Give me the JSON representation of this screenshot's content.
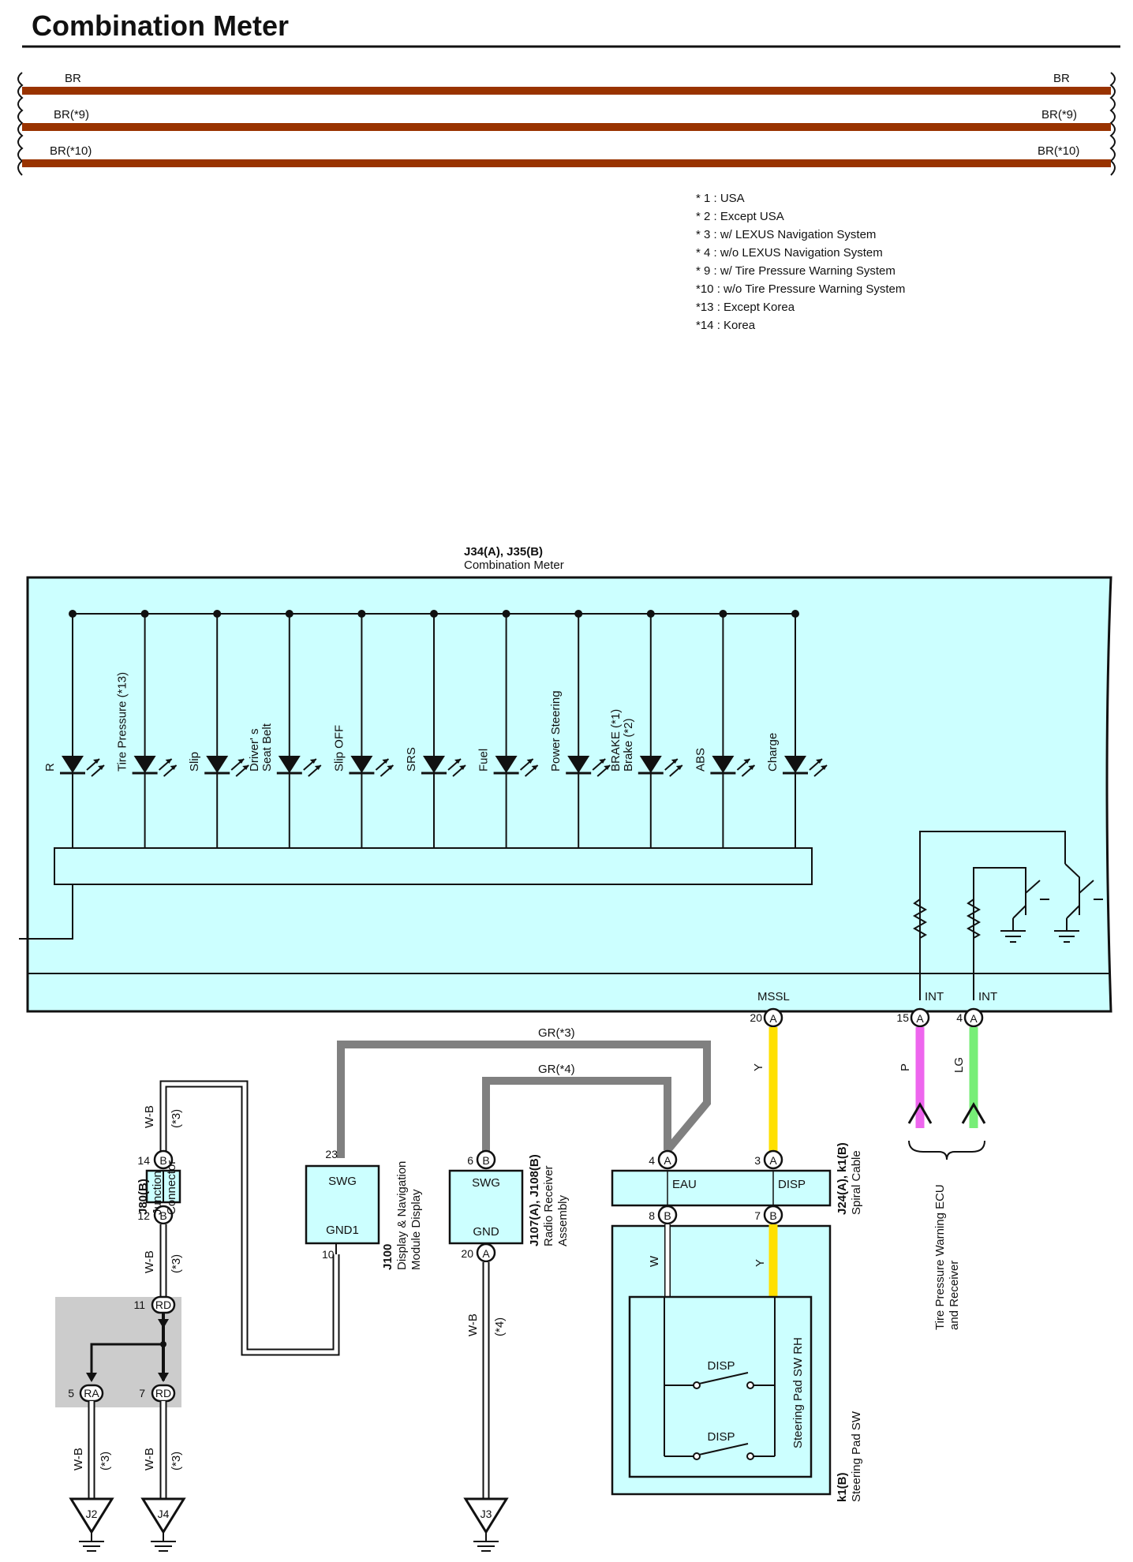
{
  "page_title": "Combination Meter",
  "bus_wires": [
    {
      "left": "BR",
      "right": "BR"
    },
    {
      "left": "BR(*9)",
      "right": "BR(*9)"
    },
    {
      "left": "BR(*10)",
      "right": "BR(*10)"
    }
  ],
  "notes": [
    "* 1 : USA",
    "* 2 : Except USA",
    "* 3 : w/ LEXUS Navigation System",
    "* 4 : w/o LEXUS Navigation System",
    "* 9 : w/ Tire Pressure Warning System",
    "*10 : w/o Tire Pressure Warning System",
    "*13 : Except Korea",
    "*14 : Korea"
  ],
  "meter": {
    "code": "J34(A), J35(B)",
    "name": "Combination Meter",
    "indicators": [
      [
        "R"
      ],
      [
        "Tire Pressure (*13)"
      ],
      [
        "Slip"
      ],
      [
        "Driver' s",
        "Seat Belt"
      ],
      [
        "Slip OFF"
      ],
      [
        "SRS"
      ],
      [
        "Fuel"
      ],
      [
        "Power Steering"
      ],
      [
        "BRAKE (*1)",
        "Brake (*2)"
      ],
      [
        "ABS"
      ],
      [
        "Charge"
      ]
    ],
    "terminals": [
      {
        "name": "MSSL",
        "pin": "20",
        "conn": "A"
      },
      {
        "name": "INT",
        "pin": "15",
        "conn": "A"
      },
      {
        "name": "INT",
        "pin": "4",
        "conn": "A"
      }
    ]
  },
  "wires": {
    "gr3": "GR(*3)",
    "gr4": "GR(*4)",
    "y1": "Y",
    "p": "P",
    "lg": "LG",
    "wb_a": "W-B",
    "wb_a_note": "(*3)",
    "wb_b": "W-B",
    "wb_b_note": "(*3)",
    "wb_c": "W-B",
    "wb_c_note": "(*4)",
    "wb_d": "W-B",
    "wb_d_note": "(*3)",
    "wb_e": "W-B",
    "wb_e_note": "(*3)",
    "w": "W",
    "y2": "Y"
  },
  "components": {
    "j80": {
      "code": "J80(B)",
      "name1": "Junction",
      "name2": "Connector",
      "pin_top": "14",
      "pin_bottom": "12",
      "conn": "B"
    },
    "j100": {
      "code": "J100",
      "name1": "Display & Navigation",
      "name2": "Module Display",
      "pin_top": "23",
      "pin_bottom": "10",
      "label_top": "SWG",
      "label_bottom": "GND1"
    },
    "j107": {
      "code": "J107(A), J108(B)",
      "name1": "Radio Receiver",
      "name2": "Assembly",
      "pin_top": "6",
      "conn_top": "B",
      "pin_bottom": "20",
      "conn_bottom": "A",
      "label_top": "SWG",
      "label_bottom": "GND"
    },
    "j24": {
      "code": "J24(A), k1(B)",
      "name": "Spiral Cable",
      "pin_eau": "4",
      "pin_disp": "3",
      "conn": "A",
      "label_eau": "EAU",
      "label_disp": "DISP",
      "pin_w": "8",
      "pin_y": "7",
      "conn_b": "B"
    },
    "k1": {
      "code": "k1(B)",
      "name": "Steering Pad SW",
      "inner": "Steering Pad SW RH",
      "sw_label": "DISP"
    },
    "tpw": {
      "name1": "Tire Pressure Warning ECU",
      "name2": "and Receiver"
    },
    "junction": {
      "pin_top": "11",
      "conn_top": "RD",
      "pin_left": "5",
      "conn_left": "RA",
      "pin_right": "7",
      "conn_right": "RD"
    },
    "grounds": [
      "J2",
      "J4",
      "J3"
    ]
  },
  "colors": {
    "bus": "#993300",
    "meter_fill": "#ccffff",
    "gray_wire": "#808080",
    "yellow_wire": "#ffe000",
    "pink_wire": "#ee66ee",
    "green_wire": "#77ee77",
    "junction_block": "#cccccc"
  }
}
